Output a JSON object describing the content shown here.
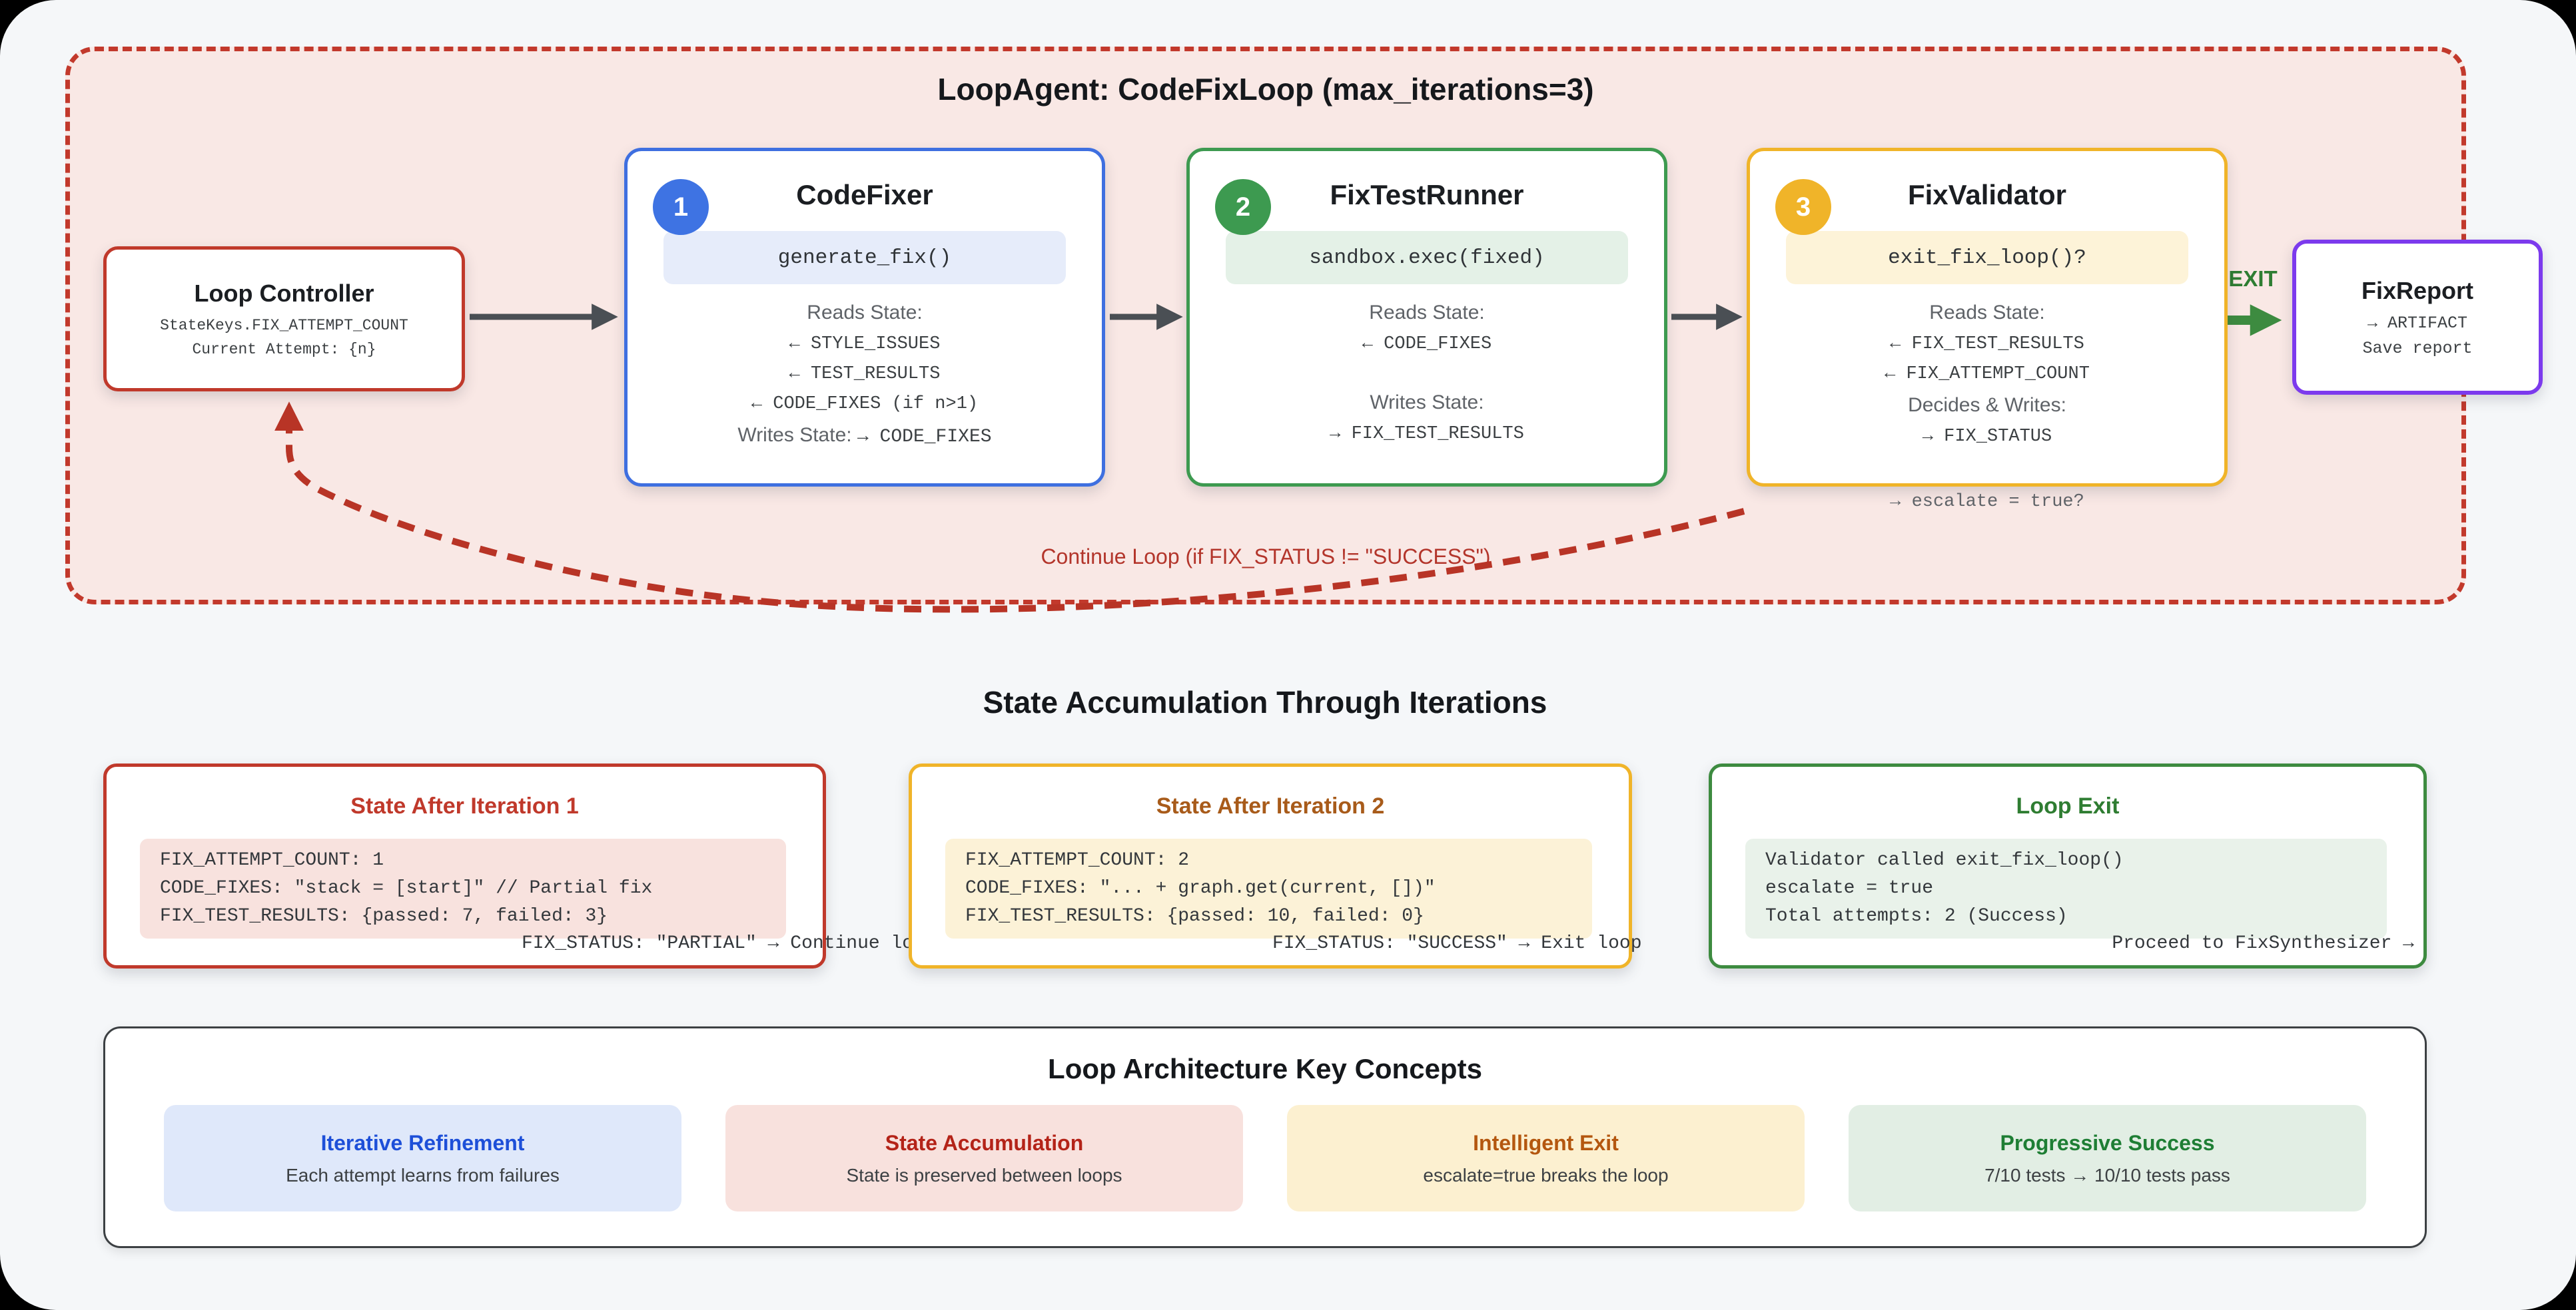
{
  "colors": {
    "canvas_bg": "#f5f7f9",
    "loop_bg": "#f9e8e5",
    "loop_border": "#c2392c",
    "blue_accent": "#3e6fe0",
    "green_accent": "#3d9a50",
    "amber_accent": "#f0b429",
    "red_accent": "#c0392b",
    "purple_accent": "#7c3aed",
    "exit_green": "#2e7d32",
    "arrow_gray": "#4a4f54"
  },
  "loop_container": {
    "title": "LoopAgent: CodeFixLoop (max_iterations=3)",
    "controller": {
      "title": "Loop Controller",
      "line1": "StateKeys.FIX_ATTEMPT_COUNT",
      "line2": "Current Attempt: {n}"
    },
    "agents": [
      {
        "badge": "1",
        "title": "CodeFixer",
        "method": "generate_fix()",
        "reads_label": "Reads State:",
        "reads": [
          "← STYLE_ISSUES",
          "← TEST_RESULTS",
          "← CODE_FIXES (if n>1)"
        ],
        "writes_label": "Writes State:",
        "writes_inline": "→ CODE_FIXES"
      },
      {
        "badge": "2",
        "title": "FixTestRunner",
        "method": "sandbox.exec(fixed)",
        "reads_label": "Reads State:",
        "reads": [
          "← CODE_FIXES"
        ],
        "writes_label": "Writes State:",
        "writes": [
          "→ FIX_TEST_RESULTS"
        ]
      },
      {
        "badge": "3",
        "title": "FixValidator",
        "method": "exit_fix_loop()?",
        "reads_label": "Reads State:",
        "reads": [
          "← FIX_TEST_RESULTS",
          "← FIX_ATTEMPT_COUNT"
        ],
        "writes_label": "Decides & Writes:",
        "writes": [
          "→ FIX_STATUS"
        ],
        "overflow_note": "→ escalate = true?"
      }
    ],
    "exit_label": "EXIT",
    "report": {
      "title": "FixReport",
      "line1": "→ ARTIFACT",
      "line2": "Save report"
    },
    "continue_label": "Continue Loop (if FIX_STATUS != \"SUCCESS\")"
  },
  "state_section": {
    "heading": "State Accumulation Through Iterations",
    "boxes": [
      {
        "title": "State After Iteration 1",
        "lines": [
          "FIX_ATTEMPT_COUNT: 1",
          "CODE_FIXES: \"stack = [start]\" // Partial fix",
          "FIX_TEST_RESULTS: {passed: 7, failed: 3}"
        ],
        "result_line": "FIX_STATUS: \"PARTIAL\" → Continue loop"
      },
      {
        "title": "State After Iteration 2",
        "lines": [
          "FIX_ATTEMPT_COUNT: 2",
          "CODE_FIXES: \"... + graph.get(current, [])\"",
          "FIX_TEST_RESULTS: {passed: 10, failed: 0}"
        ],
        "result_line": "FIX_STATUS: \"SUCCESS\" → Exit loop"
      },
      {
        "title": "Loop Exit",
        "lines": [
          "Validator called exit_fix_loop()",
          "escalate = true",
          "Total attempts: 2 (Success)"
        ],
        "result_line": "Proceed to FixSynthesizer →"
      }
    ]
  },
  "concepts_section": {
    "title": "Loop Architecture Key Concepts",
    "items": [
      {
        "title": "Iterative Refinement",
        "subtitle": "Each attempt learns from failures"
      },
      {
        "title": "State Accumulation",
        "subtitle": "State is preserved between loops"
      },
      {
        "title": "Intelligent Exit",
        "subtitle": "escalate=true breaks the loop"
      },
      {
        "title": "Progressive Success",
        "subtitle": "7/10 tests → 10/10 tests pass"
      }
    ]
  }
}
